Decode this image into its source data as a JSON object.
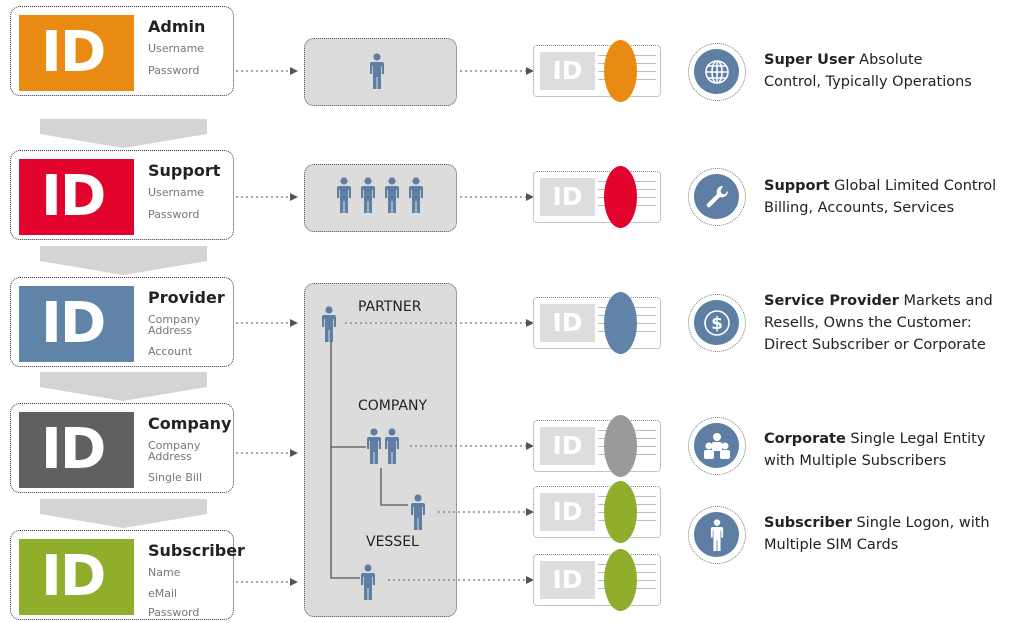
{
  "roles": [
    {
      "title": "Admin",
      "color": "#e98a12",
      "fields": [
        "Username",
        "Password"
      ]
    },
    {
      "title": "Support",
      "color": "#e2032d",
      "fields": [
        "Username",
        "Password"
      ]
    },
    {
      "title": "Provider",
      "color": "#5f84a8",
      "fields": [
        "Company",
        "Address",
        "Account"
      ]
    },
    {
      "title": "Company",
      "color": "#606060",
      "fields": [
        "Company",
        "Address",
        "Single Bill"
      ]
    },
    {
      "title": "Subscriber",
      "color": "#8fae2b",
      "fields": [
        "Name",
        "eMail",
        "Password"
      ]
    }
  ],
  "badge_text": "ID",
  "hierarchy_labels": {
    "partner": "PARTNER",
    "company": "COMPANY",
    "vessel": "VESSEL"
  },
  "tags": [
    {
      "color": "#e98a12"
    },
    {
      "color": "#e2032d"
    },
    {
      "color": "#5f84a8"
    },
    {
      "color": "#9a9a9a"
    },
    {
      "color": "#8fae2b"
    },
    {
      "color": "#8fae2b"
    }
  ],
  "descriptions": [
    {
      "icon": "globe-icon",
      "bold": "Super User",
      "line1_rest": " Absolute",
      "line2": "Control, Typically Operations"
    },
    {
      "icon": "wrench-icon",
      "bold": "Support",
      "line1_rest": " Global Limited Control",
      "line2": "Billing, Accounts, Services"
    },
    {
      "icon": "dollar-icon",
      "bold": "Service Provider",
      "line1_rest": " Markets and",
      "line2": "Resells, Owns the Customer:",
      "line3": "Direct Subscriber or Corporate"
    },
    {
      "icon": "group-icon",
      "bold": "Corporate",
      "line1_rest": " Single Legal Entity",
      "line2": "with Multiple Subscribers"
    },
    {
      "icon": "person-icon",
      "bold": "Subscriber",
      "line1_rest": " Single Logon, with",
      "line2": "Multiple SIM Cards"
    }
  ],
  "colors": {
    "person": "#5e7fa3",
    "arrow": "#8a8a8a",
    "mid_box": "#dcdcdc",
    "chevron": "#d4d4d4"
  }
}
